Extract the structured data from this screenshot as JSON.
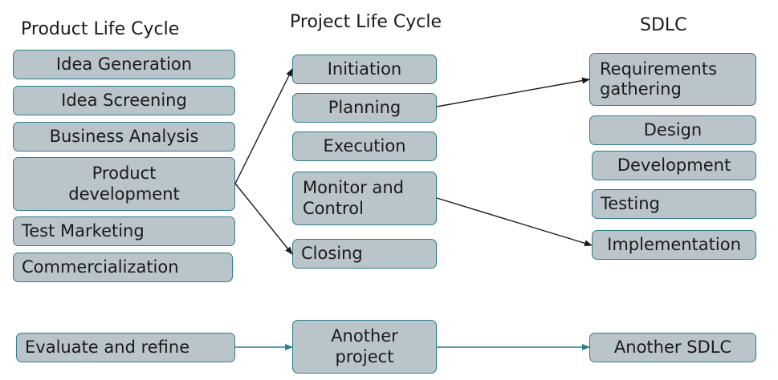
{
  "columns": {
    "product": {
      "title": "Product Life Cycle",
      "items": [
        "Idea Generation",
        "Idea Screening",
        "Business Analysis",
        "Product development",
        "Test Marketing",
        "Commercialization"
      ]
    },
    "project": {
      "title": "Project Life Cycle",
      "items": [
        "Initiation",
        "Planning",
        "Execution",
        "Monitor and Control",
        "Closing"
      ]
    },
    "sdlc": {
      "title": "SDLC",
      "items": [
        "Requirements gathering",
        "Design",
        "Development",
        "Testing",
        "Implementation"
      ]
    }
  },
  "bottom": {
    "product": "Evaluate and refine",
    "project": "Another project",
    "sdlc": "Another SDLC"
  },
  "colors": {
    "box_fill": "#b9c4cb",
    "box_border": "#2f7d8a",
    "arrow_black": "#1a1a1a",
    "arrow_teal": "#2f7d8a"
  }
}
